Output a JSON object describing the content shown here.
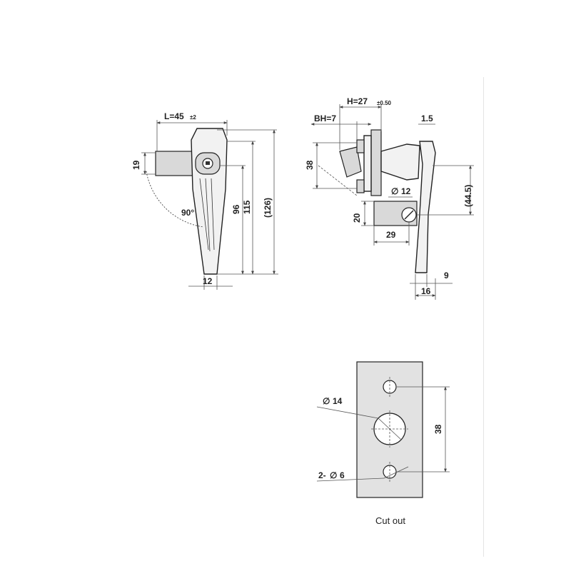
{
  "front_view": {
    "length": "L=45",
    "length_tol": "±2",
    "key_height": "19",
    "rotation": "90°",
    "width": "12",
    "h1": "96",
    "h2": "115",
    "h3": "(126)"
  },
  "side_view": {
    "height_total": "H=27",
    "height_tol": "±0.50",
    "body_height": "BH=7",
    "thickness": "1.5",
    "hole_spacing": "38",
    "hole_dia": "12",
    "offset": "(44.5)",
    "bracket_h": "20",
    "bracket_w": "29",
    "tip": "9",
    "depth": "16"
  },
  "cutout": {
    "big_hole": "14",
    "small_holes": "2-",
    "small_dia": "6",
    "spacing": "38",
    "caption": "Cut out"
  }
}
